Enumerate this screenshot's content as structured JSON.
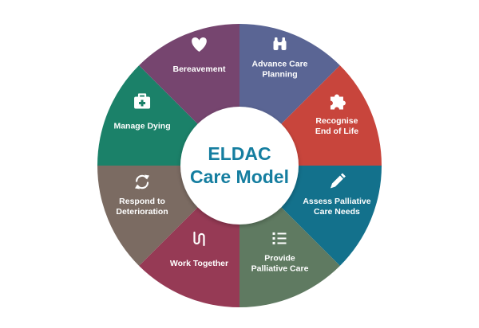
{
  "diagram": {
    "center": {
      "line1": "ELDAC",
      "line2": "Care Model",
      "color": "#157ea0"
    },
    "segments": [
      {
        "id": "advance-care-planning",
        "lines": [
          "Advance Care",
          "Planning"
        ],
        "color": "#5a6594",
        "icon": "binoculars-icon"
      },
      {
        "id": "recognise-end-of-life",
        "lines": [
          "Recognise",
          "End of Life"
        ],
        "color": "#c8453c",
        "icon": "puzzle-icon"
      },
      {
        "id": "assess-palliative-care-needs",
        "lines": [
          "Assess Palliative",
          "Care Needs"
        ],
        "color": "#13718c",
        "icon": "pencil-icon"
      },
      {
        "id": "provide-palliative-care",
        "lines": [
          "Provide",
          "Palliative Care"
        ],
        "color": "#5f7a61",
        "icon": "checklist-icon"
      },
      {
        "id": "work-together",
        "lines": [
          "Work Together"
        ],
        "color": "#963a55",
        "icon": "handshake-icon"
      },
      {
        "id": "respond-to-deterioration",
        "lines": [
          "Respond to",
          "Deterioration"
        ],
        "color": "#7b6b62",
        "icon": "refresh-icon"
      },
      {
        "id": "manage-dying",
        "lines": [
          "Manage Dying"
        ],
        "color": "#1b8169",
        "icon": "medical-bag-icon"
      },
      {
        "id": "bereavement",
        "lines": [
          "Bereavement"
        ],
        "color": "#76456f",
        "icon": "heart-icon"
      }
    ]
  }
}
